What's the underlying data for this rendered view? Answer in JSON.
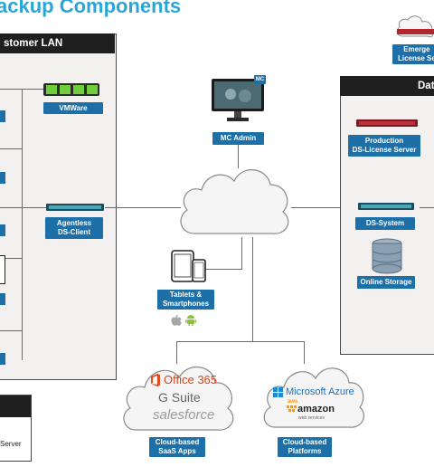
{
  "title": "ackup Components",
  "customer_lan": {
    "header": "stomer LAN",
    "vmware_label": "VMWare",
    "agentless_label": "Agentless\nDS-Client"
  },
  "data_center": {
    "header": "Dat",
    "production_label": "Production\nDS-License Server",
    "ds_system_label": "DS-System",
    "online_storage_label": "Online Storage"
  },
  "emergency_label": "Emerge\nLicense Se",
  "mc_admin": {
    "badge": "MC",
    "label": "MC Admin"
  },
  "tablets": {
    "label": "Tablets &\nSmartphones"
  },
  "saas": {
    "office": "Office 365",
    "gsuite": "G Suite",
    "salesforce": "salesforce",
    "label": "Cloud-based\nSaaS Apps"
  },
  "platforms": {
    "azure": "Microsoft Azure",
    "aws_small": "aws",
    "amazon": "amazon",
    "aws_sub": "web services",
    "label": "Cloud-based\nPlatforms"
  },
  "bottom_left_box": {
    "text": "Server"
  },
  "colors": {
    "accent": "#2aa6d6",
    "label_bg": "#1d6fa8",
    "panel_bg": "#f3f1f0"
  }
}
